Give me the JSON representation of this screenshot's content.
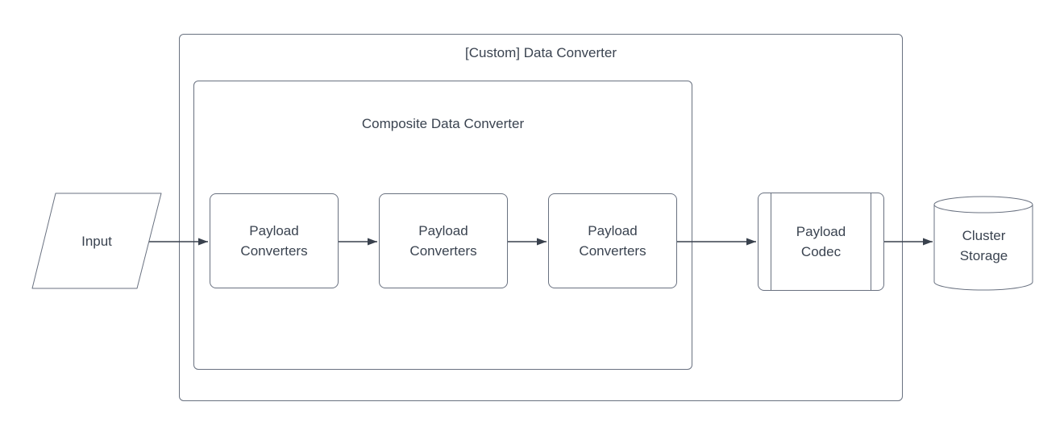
{
  "containers": {
    "custom_data_converter": {
      "label": "[Custom] Data Converter"
    },
    "composite_data_converter": {
      "label": "Composite Data Converter"
    }
  },
  "nodes": {
    "input": {
      "label": "Input",
      "shape": "parallelogram"
    },
    "payload_converters_1": {
      "label": "Payload Converters",
      "shape": "rounded-rectangle"
    },
    "payload_converters_2": {
      "label": "Payload Converters",
      "shape": "rounded-rectangle"
    },
    "payload_converters_3": {
      "label": "Payload Converters",
      "shape": "rounded-rectangle"
    },
    "payload_codec": {
      "label": "Payload Codec",
      "shape": "predefined-process"
    },
    "cluster_storage": {
      "label": "Cluster Storage",
      "shape": "cylinder"
    }
  },
  "edges": [
    {
      "from": "input",
      "to": "payload_converters_1"
    },
    {
      "from": "payload_converters_1",
      "to": "payload_converters_2"
    },
    {
      "from": "payload_converters_2",
      "to": "payload_converters_3"
    },
    {
      "from": "payload_converters_3",
      "to": "payload_codec"
    },
    {
      "from": "payload_codec",
      "to": "cluster_storage"
    }
  ],
  "colors": {
    "stroke": "#697180",
    "arrow": "#39414d",
    "text": "#3a4350",
    "background": "#ffffff"
  }
}
